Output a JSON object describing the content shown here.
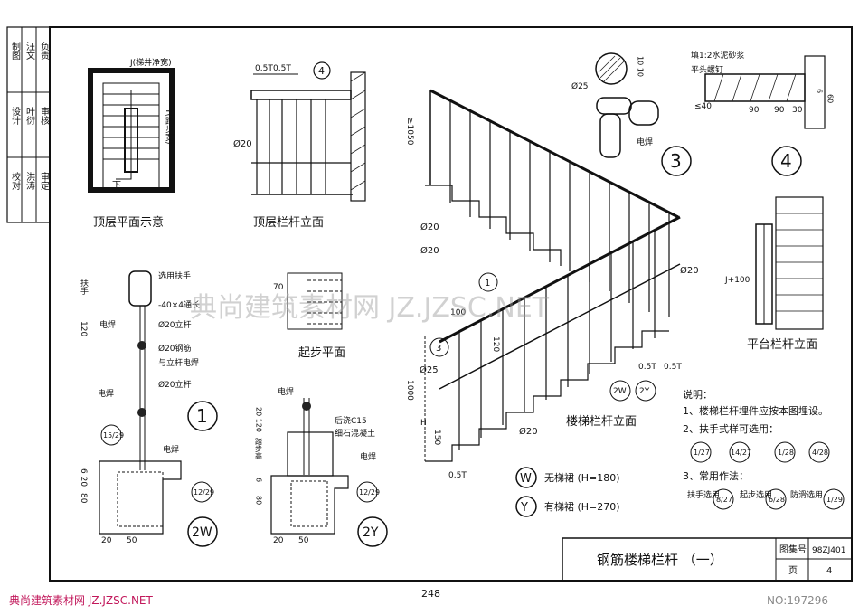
{
  "sheet": {
    "title": "钢筋楼梯栏杆 （一）",
    "atlas_label": "图集号",
    "atlas_no": "98ZJ401",
    "page_label": "页",
    "page_no": "4",
    "page_number": "248",
    "watermark": "典尚建筑素材网 JZ.JZSC.NET",
    "footer_left": "典尚建筑素材网 JZ.JZSC.NET",
    "footer_right": "NO:197296"
  },
  "signature_table": {
    "rows": [
      [
        "校对",
        "设计",
        "制图"
      ],
      [
        "洪涛",
        "叶衍",
        "汪文"
      ],
      [
        "审定",
        "审核",
        "负责"
      ]
    ]
  },
  "views": {
    "top_plan": {
      "title": "顶层平面示意",
      "label_j": "J(梯井净宽)",
      "label_t": "T(踏步宽)",
      "down": "下"
    },
    "top_rail": {
      "title": "顶层栏杆立面",
      "dim_a": "0.5T",
      "dim_b": "0.5T",
      "bar": "Ø20",
      "ref": "4"
    },
    "start_plan": {
      "title": "起步平面",
      "dim": "70"
    },
    "stair_rail": {
      "title": "楼梯栏杆立面",
      "h1050": "≥1050",
      "h1000": "1000",
      "h150": "150",
      "h_label": "H",
      "d120": "120",
      "d100": "100",
      "d05t_a": "0.5T",
      "d05t_b": "0.5T",
      "d05t_c": "0.5T",
      "bar20_a": "Ø20",
      "bar20_b": "Ø20",
      "bar20_c": "Ø20",
      "bar20_d": "Ø20",
      "bar25": "Ø25",
      "ref1": "1",
      "ref3": "3",
      "ref_w": "2W",
      "ref_y": "2Y"
    },
    "platform_rail": {
      "title": "平台栏杆立面",
      "label": "J+100"
    },
    "detail1": {
      "num": "1",
      "handrail": "扶手",
      "l1": "选用扶手",
      "l2": "-40×4通长",
      "l3": "Ø20立杆",
      "l4": "Ø20钢筋",
      "l5": "与立杆电焊",
      "l6": "Ø20立杆",
      "weld_a": "电焊",
      "weld_b": "电焊",
      "weld_c": "电焊",
      "d120": "120",
      "d80": "80",
      "d20": "20",
      "d50": "50",
      "d620": "6 20",
      "ref_a": "15/29",
      "ref_b": "12/29"
    },
    "detail2w": {
      "num": "2W"
    },
    "detail2y": {
      "num": "2Y",
      "weld_a": "电焊",
      "weld_b": "电焊",
      "l1": "后浇C15",
      "l2": "细石混凝土",
      "step_height": "踏步高",
      "d20120": "20 120",
      "d80": "80",
      "d6": "6",
      "d20": "20",
      "d50": "50",
      "ref": "12/29"
    },
    "detail3": {
      "num": "3",
      "bar": "Ø25",
      "d1010": "10 10",
      "weld": "电焊"
    },
    "detail4": {
      "num": "4",
      "l1": "填1:2水泥砂浆",
      "l2": "平头螺钉",
      "d40": "≤40",
      "d90a": "90",
      "d90b": "90",
      "d30": "30",
      "d6": "6",
      "d60": "60"
    }
  },
  "legend": {
    "w_mark": "W",
    "w_text": "无梯裙 (H=180)",
    "y_mark": "Y",
    "y_text": "有梯裙 (H=270)"
  },
  "notes": {
    "heading": "说明：",
    "n1": "1、楼梯栏杆埋件应按本图埋设。",
    "n2": "2、扶手式样可选用：",
    "n2_refs": [
      "1/27",
      "14/27",
      "1/28",
      "4/28"
    ],
    "n3": "3、常用作法：",
    "n3_a": "扶手选用",
    "n3_a_ref": "8/27",
    "n3_b": "起步选用",
    "n3_b_ref": "6/28",
    "n3_c": "防滑选用",
    "n3_c_ref": "1/29"
  }
}
